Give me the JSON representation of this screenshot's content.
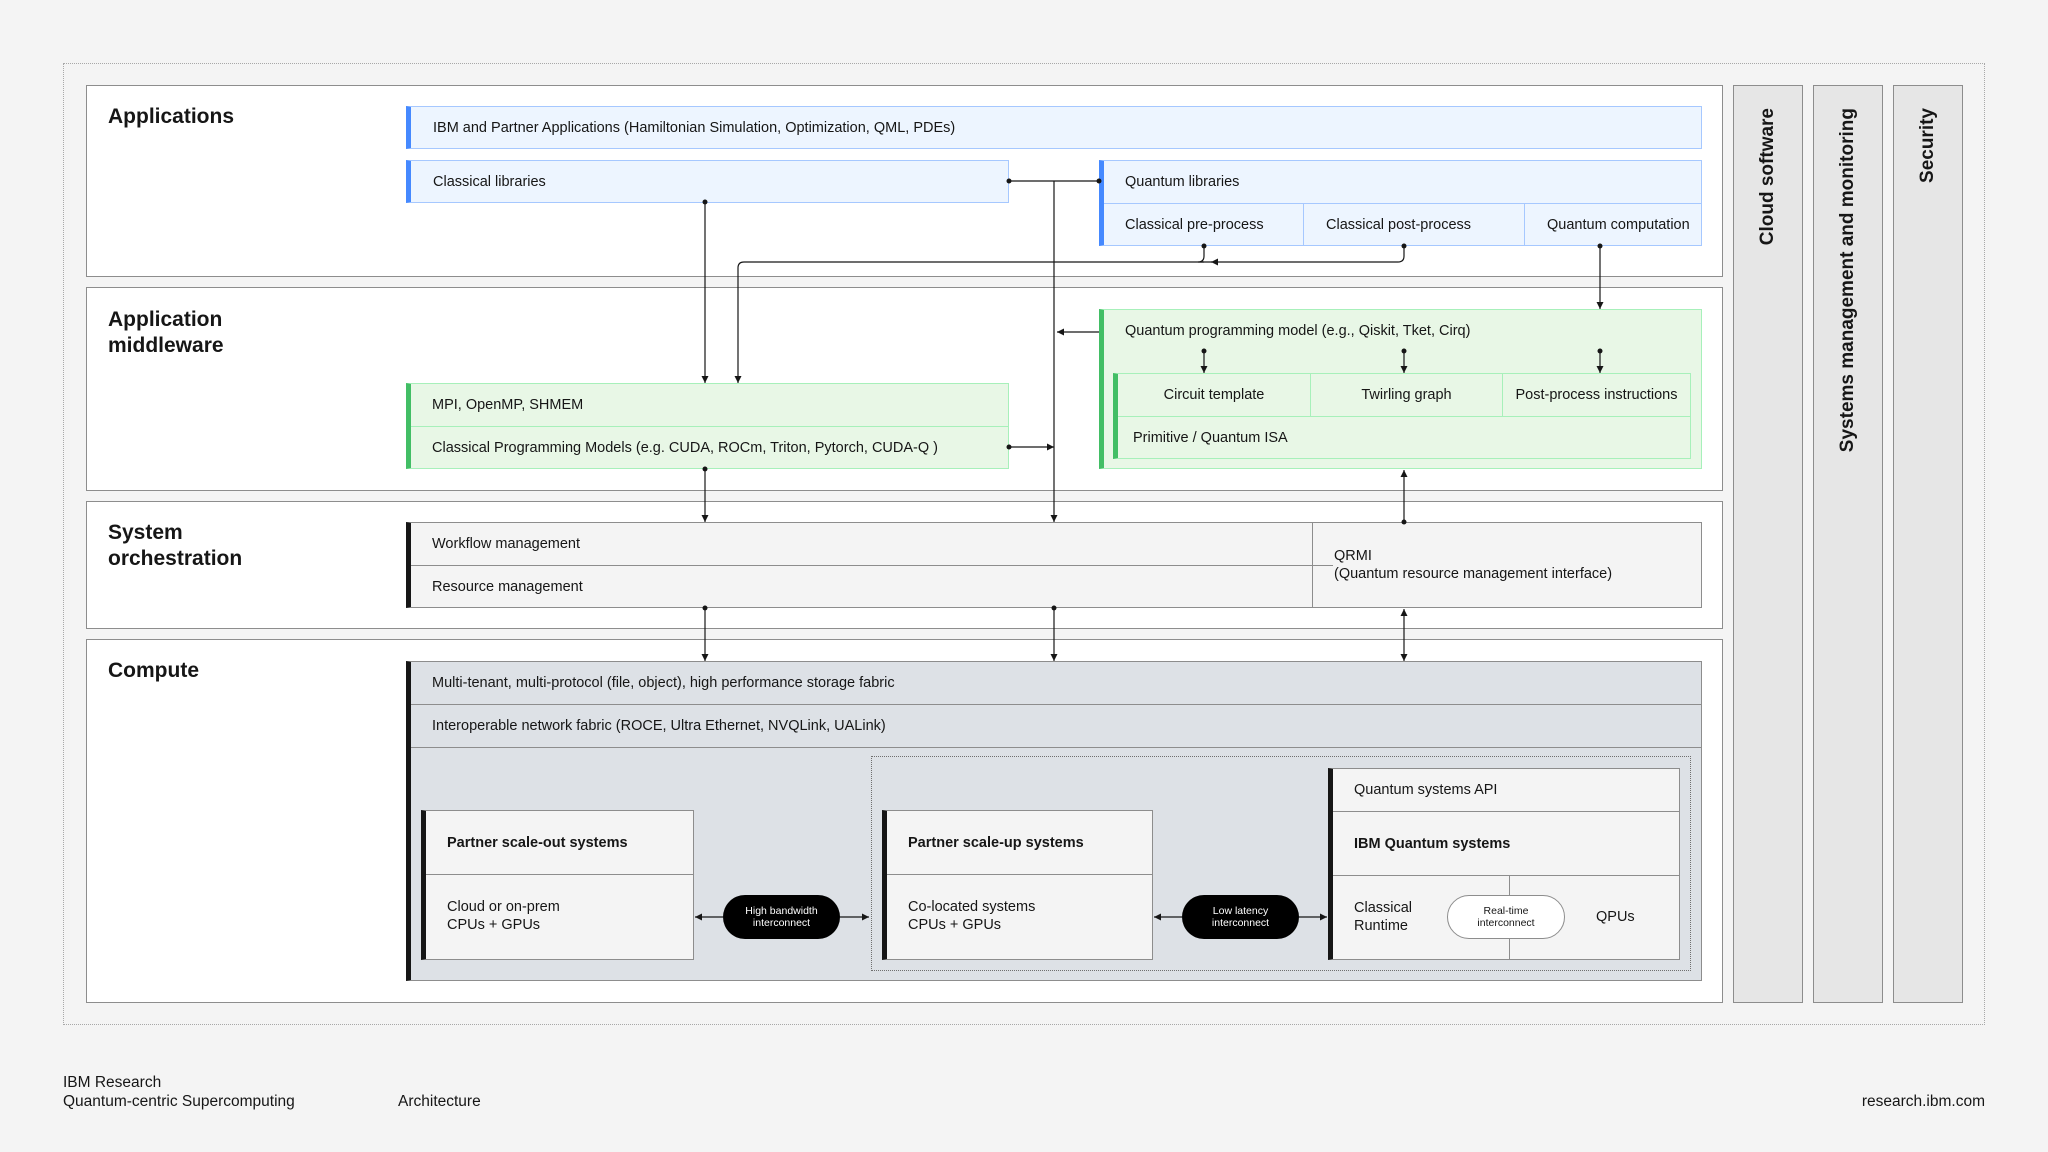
{
  "layers": {
    "applications": "Applications",
    "middleware_line1": "Application",
    "middleware_line2": "middleware",
    "orchestration_line1": "System",
    "orchestration_line2": "orchestration",
    "compute": "Compute"
  },
  "side_bars": {
    "cloud": "Cloud software",
    "systems": "Systems management and monitoring",
    "security": "Security"
  },
  "applications": {
    "partner_apps": "IBM and Partner Applications (Hamiltonian Simulation, Optimization, QML, PDEs)",
    "classical_libraries": "Classical libraries",
    "quantum_libraries": "Quantum libraries",
    "classical_pre": "Classical pre-process",
    "classical_post": "Classical post-process",
    "quantum_computation": "Quantum computation"
  },
  "middleware": {
    "mpi": "MPI, OpenMP, SHMEM",
    "classical_models": "Classical Programming Models (e.g. CUDA, ROCm, Triton, Pytorch, CUDA-Q )",
    "quantum_model": "Quantum programming model (e.g., Qiskit, Tket, Cirq)",
    "circuit_template": "Circuit template",
    "twirling_graph": "Twirling graph",
    "post_process": "Post-process instructions",
    "primitive": "Primitive / Quantum ISA"
  },
  "orchestration": {
    "workflow": "Workflow management",
    "resource": "Resource management",
    "qrmi_line1": "QRMI",
    "qrmi_line2": "(Quantum resource management interface)"
  },
  "compute": {
    "storage": "Multi-tenant, multi-protocol (file, object), high performance storage fabric",
    "network": "Interoperable network fabric (ROCE, Ultra Ethernet, NVQLink, UALink)",
    "scale_out_title": "Partner scale-out systems",
    "scale_out_line1": "Cloud or on-prem",
    "scale_out_line2": "CPUs + GPUs",
    "high_bw_line1": "High bandwidth",
    "high_bw_line2": "interconnect",
    "scale_up_title": "Partner scale-up systems",
    "scale_up_line1": "Co-located systems",
    "scale_up_line2": "CPUs + GPUs",
    "low_lat_line1": "Low latency",
    "low_lat_line2": "interconnect",
    "qs_api": "Quantum systems API",
    "ibm_quantum": "IBM Quantum systems",
    "classical_runtime_line1": "Classical",
    "classical_runtime_line2": "Runtime",
    "realtime_line1": "Real-time",
    "realtime_line2": "interconnect",
    "qpus": "QPUs"
  },
  "footer": {
    "org": "IBM Research",
    "program": "Quantum-centric Supercomputing",
    "topic": "Architecture",
    "url": "research.ibm.com"
  }
}
